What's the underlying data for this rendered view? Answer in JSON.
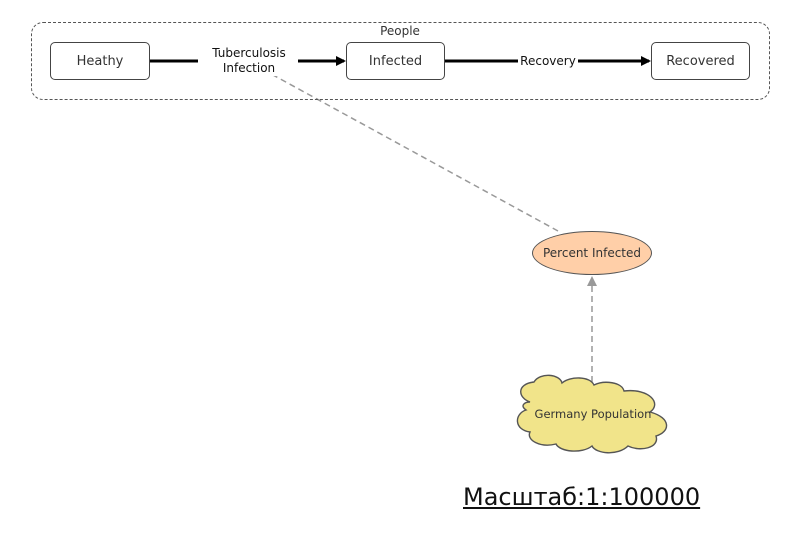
{
  "diagram": {
    "group_title": "People",
    "stocks": {
      "healthy": "Heathy",
      "infected": "Infected",
      "recovered": "Recovered"
    },
    "flows": {
      "infection": "Tuberculosis Infection",
      "recovery": "Recovery"
    },
    "variables": {
      "percent_infected": "Percent Infected"
    },
    "clouds": {
      "population": "Germany Population"
    },
    "scale_label": "Масштаб:1:100000",
    "colors": {
      "variable_fill": "#ffcfa8",
      "cloud_fill": "#f1e48a",
      "flow_line": "#000000",
      "link_line": "#999999",
      "border": "#555555"
    }
  }
}
